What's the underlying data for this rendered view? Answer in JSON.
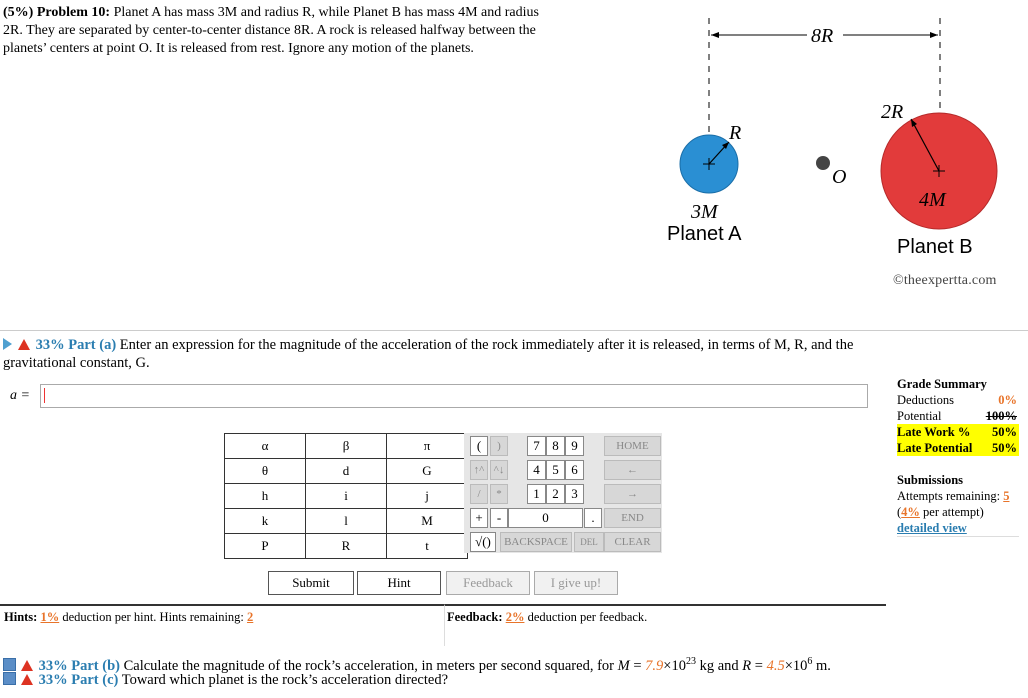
{
  "problem": {
    "points": "(5%)",
    "number_label": "Problem 10:",
    "line1": "Planet A has mass 3M and radius R, while Planet B has mass 4M and radius",
    "line2": "2R. They are separated by center-to-center distance 8R. A rock is released halfway between the",
    "line3": "planets’ centers at point O. It is released from rest. Ignore any motion of the planets."
  },
  "diagram": {
    "distance_label": "8R",
    "radius_a_label": "R",
    "radius_b_label": "2R",
    "point_label": "O",
    "planet_a_mass": "3M",
    "planet_a_name": "Planet A",
    "planet_b_mass": "4M",
    "planet_b_name": "Planet B",
    "planet_a_color": "#2a8fd3",
    "planet_b_color": "#e23b3b"
  },
  "copyright": "©theexpertta.com",
  "part_a": {
    "percent": "33% Part (a)",
    "text": "Enter an expression for the magnitude of the acceleration of the rock immediately after it is released, in terms of M, R, and the",
    "text2": "gravitational constant, G.",
    "answer_label": "a ="
  },
  "grade_summary": {
    "title": "Grade Summary",
    "deductions_label": "Deductions",
    "deductions_value": "0%",
    "potential_label": "Potential",
    "potential_value": "100%",
    "late_work_label": "Late Work %",
    "late_work_value": "50%",
    "late_potential_label": "Late Potential",
    "late_potential_value": "50%",
    "submissions_title": "Submissions",
    "attempts_label": "Attempts remaining:",
    "attempts_value": "5",
    "per_attempt_pct": "4%",
    "per_attempt_label": "per attempt)",
    "detailed_view": "detailed view"
  },
  "keys": [
    [
      "α",
      "β",
      "π"
    ],
    [
      "θ",
      "d",
      "G"
    ],
    [
      "h",
      "i",
      "j"
    ],
    [
      "k",
      "l",
      "M"
    ],
    [
      "P",
      "R",
      "t"
    ]
  ],
  "pad": {
    "open_paren": "(",
    "close_paren": ")",
    "up_caret": "↑^",
    "caret": "^↓",
    "divide": "/",
    "multiply": "*",
    "plus": "+",
    "minus": "-",
    "sqrt": "√()",
    "n7": "7",
    "n8": "8",
    "n9": "9",
    "n4": "4",
    "n5": "5",
    "n6": "6",
    "n1": "1",
    "n2": "2",
    "n3": "3",
    "n0": "0",
    "dot": ".",
    "home": "HOME",
    "left": "←",
    "right": "→",
    "end": "END",
    "backspace": "BACKSPACE",
    "del": "DEL",
    "clear": "CLEAR"
  },
  "buttons": {
    "submit": "Submit",
    "hint": "Hint",
    "feedback": "Feedback",
    "give_up": "I give up!"
  },
  "hints_bar": {
    "label": "Hints:",
    "pct": "1%",
    "text": "deduction per hint. Hints remaining:",
    "remaining": "2"
  },
  "feedback_bar": {
    "label": "Feedback:",
    "pct": "2%",
    "text": "deduction per feedback."
  },
  "part_b": {
    "percent": "33% Part (b)",
    "text": "Calculate the magnitude of the rock’s acceleration, in meters per second squared, for",
    "m_value": "7.9",
    "m_exp": "23",
    "mid": "kg and",
    "r_value": "4.5",
    "r_exp": "6",
    "unit": "m."
  },
  "part_c": {
    "percent": "33% Part (c)",
    "text": "Toward which planet is the rock’s acceleration directed?"
  }
}
